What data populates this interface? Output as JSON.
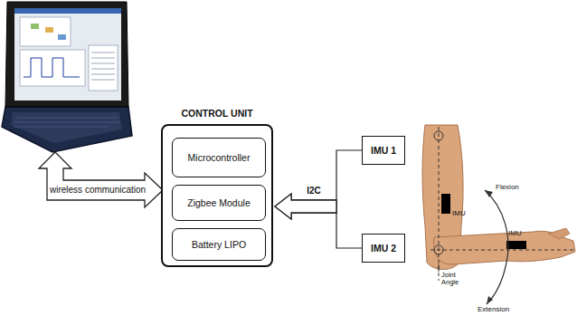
{
  "diagram": {
    "nodes": [
      {
        "text": [
          "CONTROL UNIT"
        ]
      },
      {
        "text": [
          "Microcontroller"
        ],
        "in": 0
      },
      {
        "text": [
          "Zigbee Module"
        ],
        "in": 0
      },
      {
        "text": [
          "Battery LIPO"
        ],
        "in": 0
      },
      {
        "text": [
          "IMU 1"
        ]
      },
      {
        "text": [
          "IMU 2"
        ]
      }
    ],
    "edges": [
      {
        "from": 4,
        "to": 0,
        "arrow": "to",
        "label": "I2C"
      },
      {
        "from": 5,
        "to": 0,
        "arrow": "to"
      }
    ],
    "labels": [
      "wireless communication",
      "IMU",
      "Flexion",
      "IMU",
      "Joint Angle",
      "Extension"
    ]
  }
}
